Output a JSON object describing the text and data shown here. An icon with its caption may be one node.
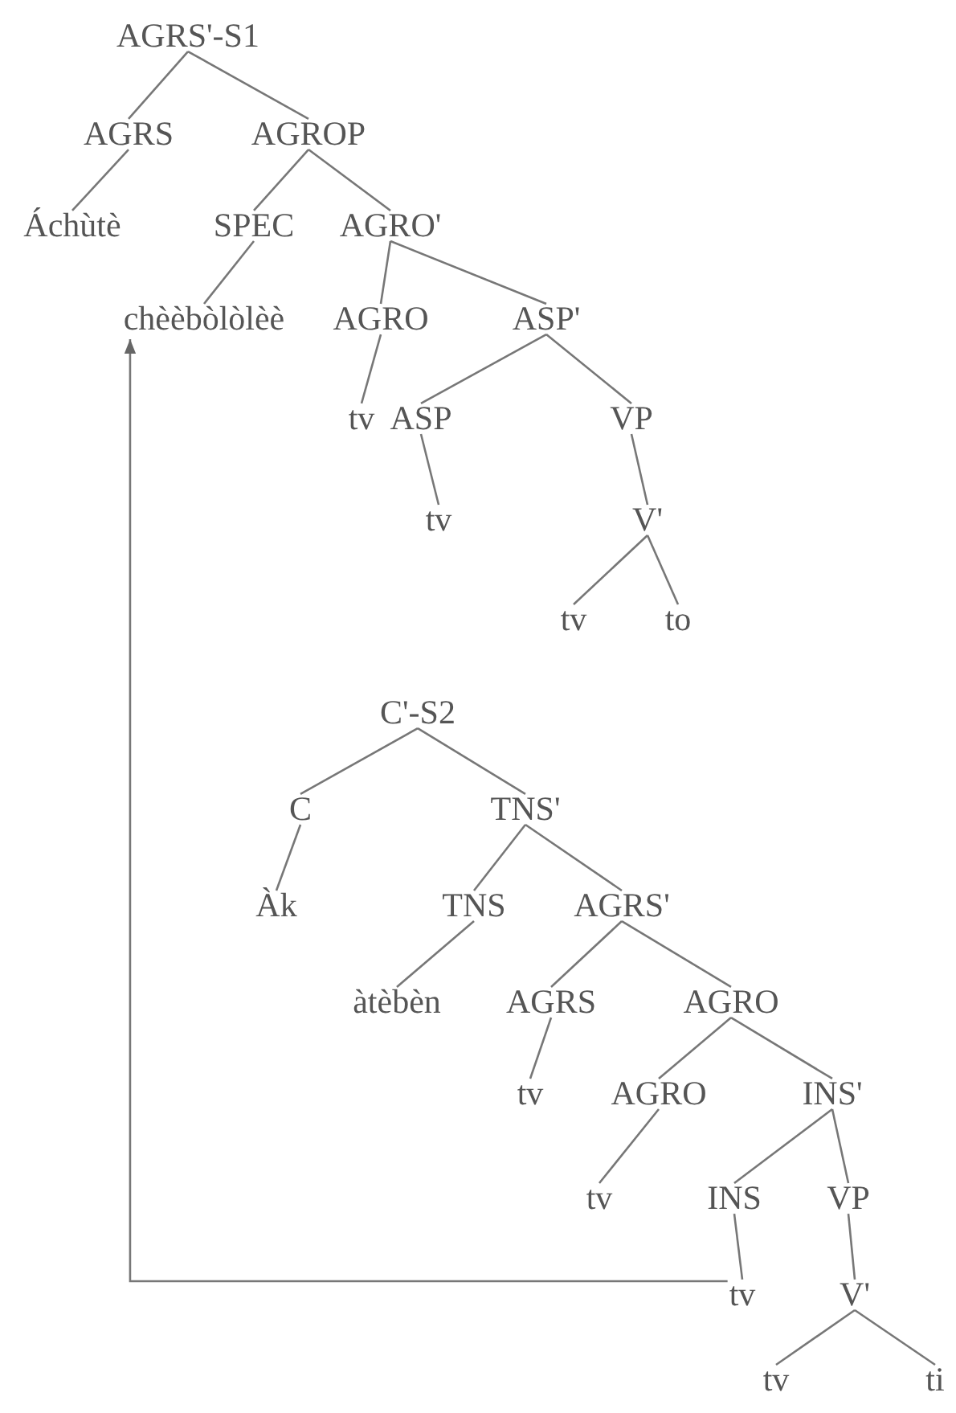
{
  "diagram": {
    "nodes": [
      {
        "text": [
          "AGRS'-S1"
        ]
      },
      {
        "text": [
          "AGRS"
        ]
      },
      {
        "text": [
          "AGROP"
        ]
      },
      {
        "text": [
          "Áchùtè"
        ]
      },
      {
        "text": [
          "SPEC"
        ]
      },
      {
        "text": [
          "AGRO'"
        ]
      },
      {
        "text": [
          "chèèbòlòlèè"
        ]
      },
      {
        "text": [
          "AGRO"
        ]
      },
      {
        "text": [
          "ASP'"
        ]
      },
      {
        "text": [
          "tv"
        ]
      },
      {
        "text": [
          "ASP"
        ]
      },
      {
        "text": [
          "VP"
        ]
      },
      {
        "text": [
          "tv"
        ]
      },
      {
        "text": [
          "V'"
        ]
      },
      {
        "text": [
          "tv"
        ]
      },
      {
        "text": [
          "to"
        ]
      },
      {
        "text": [
          "C'-S2"
        ]
      },
      {
        "text": [
          "C"
        ]
      },
      {
        "text": [
          "TNS'"
        ]
      },
      {
        "text": [
          "Àk"
        ]
      },
      {
        "text": [
          "TNS"
        ]
      },
      {
        "text": [
          "AGRS'"
        ]
      },
      {
        "text": [
          "àtèbèn"
        ]
      },
      {
        "text": [
          "AGRS"
        ]
      },
      {
        "text": [
          "AGRO"
        ]
      },
      {
        "text": [
          "tv"
        ]
      },
      {
        "text": [
          "AGRO"
        ]
      },
      {
        "text": [
          "INS'"
        ]
      },
      {
        "text": [
          "tv"
        ]
      },
      {
        "text": [
          "INS"
        ]
      },
      {
        "text": [
          "VP"
        ]
      },
      {
        "text": [
          "tv"
        ]
      },
      {
        "text": [
          "V'"
        ]
      },
      {
        "text": [
          "tv"
        ]
      },
      {
        "text": [
          "ti"
        ]
      }
    ],
    "edges": [
      {
        "from": 0,
        "to": 1,
        "arrow": "none"
      },
      {
        "from": 0,
        "to": 2,
        "arrow": "none"
      },
      {
        "from": 1,
        "to": 3,
        "arrow": "none"
      },
      {
        "from": 2,
        "to": 4,
        "arrow": "none"
      },
      {
        "from": 2,
        "to": 5,
        "arrow": "none"
      },
      {
        "from": 4,
        "to": 6,
        "arrow": "none"
      },
      {
        "from": 5,
        "to": 7,
        "arrow": "none"
      },
      {
        "from": 5,
        "to": 8,
        "arrow": "none"
      },
      {
        "from": 7,
        "to": 9,
        "arrow": "none"
      },
      {
        "from": 8,
        "to": 10,
        "arrow": "none"
      },
      {
        "from": 8,
        "to": 11,
        "arrow": "none"
      },
      {
        "from": 10,
        "to": 12,
        "arrow": "none"
      },
      {
        "from": 11,
        "to": 13,
        "arrow": "none"
      },
      {
        "from": 13,
        "to": 14,
        "arrow": "none"
      },
      {
        "from": 13,
        "to": 15,
        "arrow": "none"
      },
      {
        "from": 16,
        "to": 17,
        "arrow": "none"
      },
      {
        "from": 16,
        "to": 18,
        "arrow": "none"
      },
      {
        "from": 17,
        "to": 19,
        "arrow": "none"
      },
      {
        "from": 18,
        "to": 20,
        "arrow": "none"
      },
      {
        "from": 18,
        "to": 21,
        "arrow": "none"
      },
      {
        "from": 20,
        "to": 22,
        "arrow": "none"
      },
      {
        "from": 21,
        "to": 23,
        "arrow": "none"
      },
      {
        "from": 21,
        "to": 24,
        "arrow": "none"
      },
      {
        "from": 23,
        "to": 25,
        "arrow": "none"
      },
      {
        "from": 24,
        "to": 26,
        "arrow": "none"
      },
      {
        "from": 24,
        "to": 27,
        "arrow": "none"
      },
      {
        "from": 26,
        "to": 28,
        "arrow": "none"
      },
      {
        "from": 27,
        "to": 29,
        "arrow": "none"
      },
      {
        "from": 27,
        "to": 30,
        "arrow": "none"
      },
      {
        "from": 29,
        "to": 31,
        "arrow": "none"
      },
      {
        "from": 30,
        "to": 32,
        "arrow": "none"
      },
      {
        "from": 32,
        "to": 33,
        "arrow": "none"
      },
      {
        "from": 32,
        "to": 34,
        "arrow": "none"
      },
      {
        "from": 31,
        "to": 6,
        "arrow": "to"
      }
    ]
  }
}
